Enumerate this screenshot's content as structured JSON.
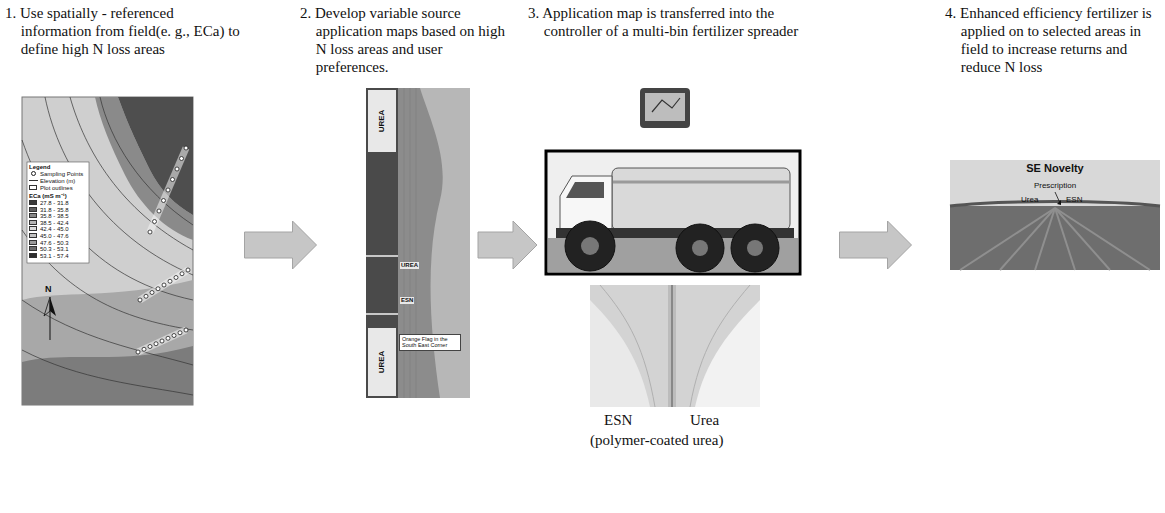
{
  "diagram": {
    "nodes": [
      {
        "text": [
          "1. Use spatially - referenced information from field(e. g., ECa) to define high N loss areas"
        ]
      },
      {
        "text": [
          "2. Develop variable source application maps based on high N loss areas and user preferences."
        ]
      },
      {
        "text": [
          "3. Application map is transferred into the controller of a multi-bin fertilizer spreader"
        ]
      },
      {
        "text": [
          "4. Enhanced efficiency fertilizer is applied on to selected areas in field to increase returns and reduce N loss"
        ]
      }
    ],
    "edges": [
      {
        "from": 0,
        "to": 1,
        "arrow": "to"
      },
      {
        "from": 1,
        "to": 2,
        "arrow": "to"
      },
      {
        "from": 2,
        "to": 3,
        "arrow": "to"
      }
    ],
    "labels": [
      "Legend",
      "ECa (mS m⁻¹)",
      "N",
      "UREA",
      "UREA",
      "ESN",
      "Orange Flag in the South East Corner",
      "UREA",
      "SE Novelty",
      "Prescription",
      "Urea",
      "ESN",
      "ESN",
      "Urea",
      "(polymer-coated urea)"
    ],
    "legend": [
      {
        "text": "Sampling Points"
      },
      {
        "text": "Elevation (m)"
      },
      {
        "text": "Plot outlines"
      },
      {
        "text": "27.8 - 31.8",
        "color": "#3a3a3a"
      },
      {
        "text": "31.8 - 35.8",
        "color": "#5e5e5e"
      },
      {
        "text": "35.8 - 38.5",
        "color": "#888888"
      },
      {
        "text": "38.5 - 42.4",
        "color": "#b4b4b4"
      },
      {
        "text": "42.4 - 45.0",
        "color": "#dcdcdc"
      },
      {
        "text": "45.0 - 47.6",
        "color": "#c2c2c2"
      },
      {
        "text": "47.6 - 50.3",
        "color": "#9a9a9a"
      },
      {
        "text": "50.3 - 53.1",
        "color": "#6c6c6c"
      },
      {
        "text": "53.1 - 57.4",
        "color": "#2e2e2e"
      }
    ]
  }
}
